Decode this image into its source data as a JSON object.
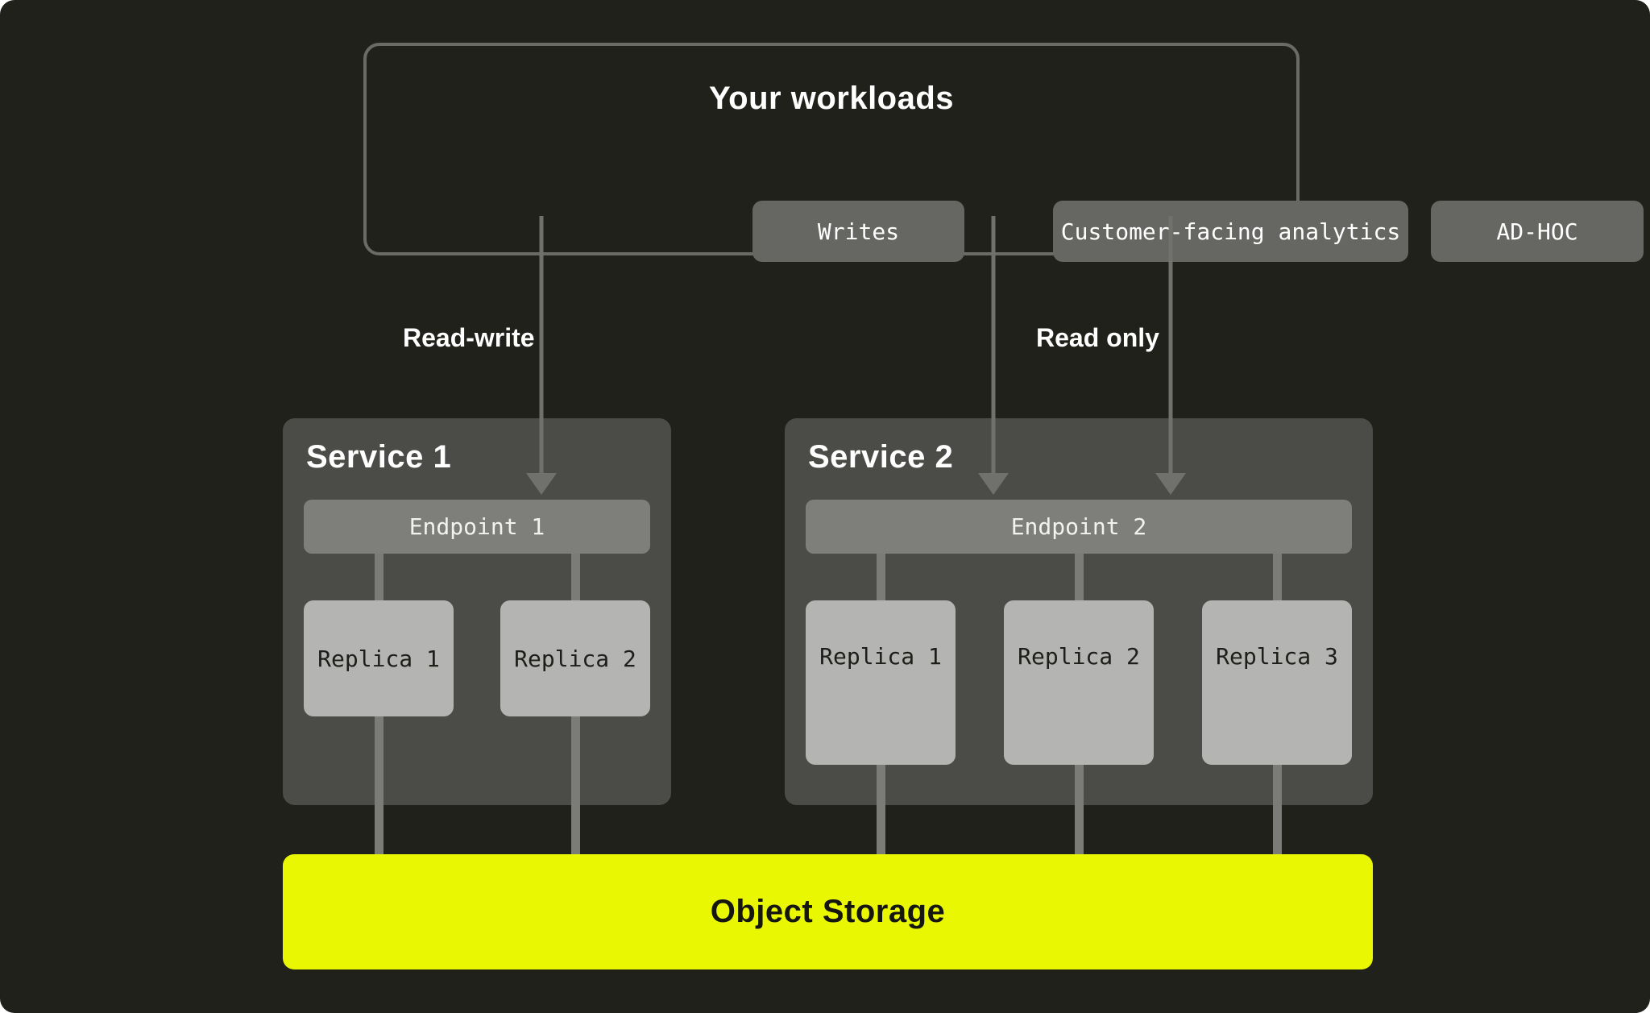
{
  "colors": {
    "background": "#20211b",
    "workloads_border": "#6a6b66",
    "chip_bg": "#666763",
    "service_bg": "#4b4c48",
    "endpoint_bg": "#7e7f7b",
    "replica_bg": "#b4b5b2",
    "storage_bg": "#e9f702",
    "arrow": "#70716d"
  },
  "workloads": {
    "title": "Your workloads",
    "items": [
      {
        "label": "Writes"
      },
      {
        "label": "Customer-facing analytics"
      },
      {
        "label": "AD-HOC"
      }
    ]
  },
  "flows": [
    {
      "label": "Read-write"
    },
    {
      "label": "Read only"
    }
  ],
  "services": [
    {
      "title": "Service 1",
      "endpoint": "Endpoint 1",
      "replicas": [
        "Replica 1",
        "Replica 2"
      ]
    },
    {
      "title": "Service 2",
      "endpoint": "Endpoint 2",
      "replicas": [
        "Replica 1",
        "Replica 2",
        "Replica 3"
      ]
    }
  ],
  "storage": {
    "label": "Object Storage"
  }
}
